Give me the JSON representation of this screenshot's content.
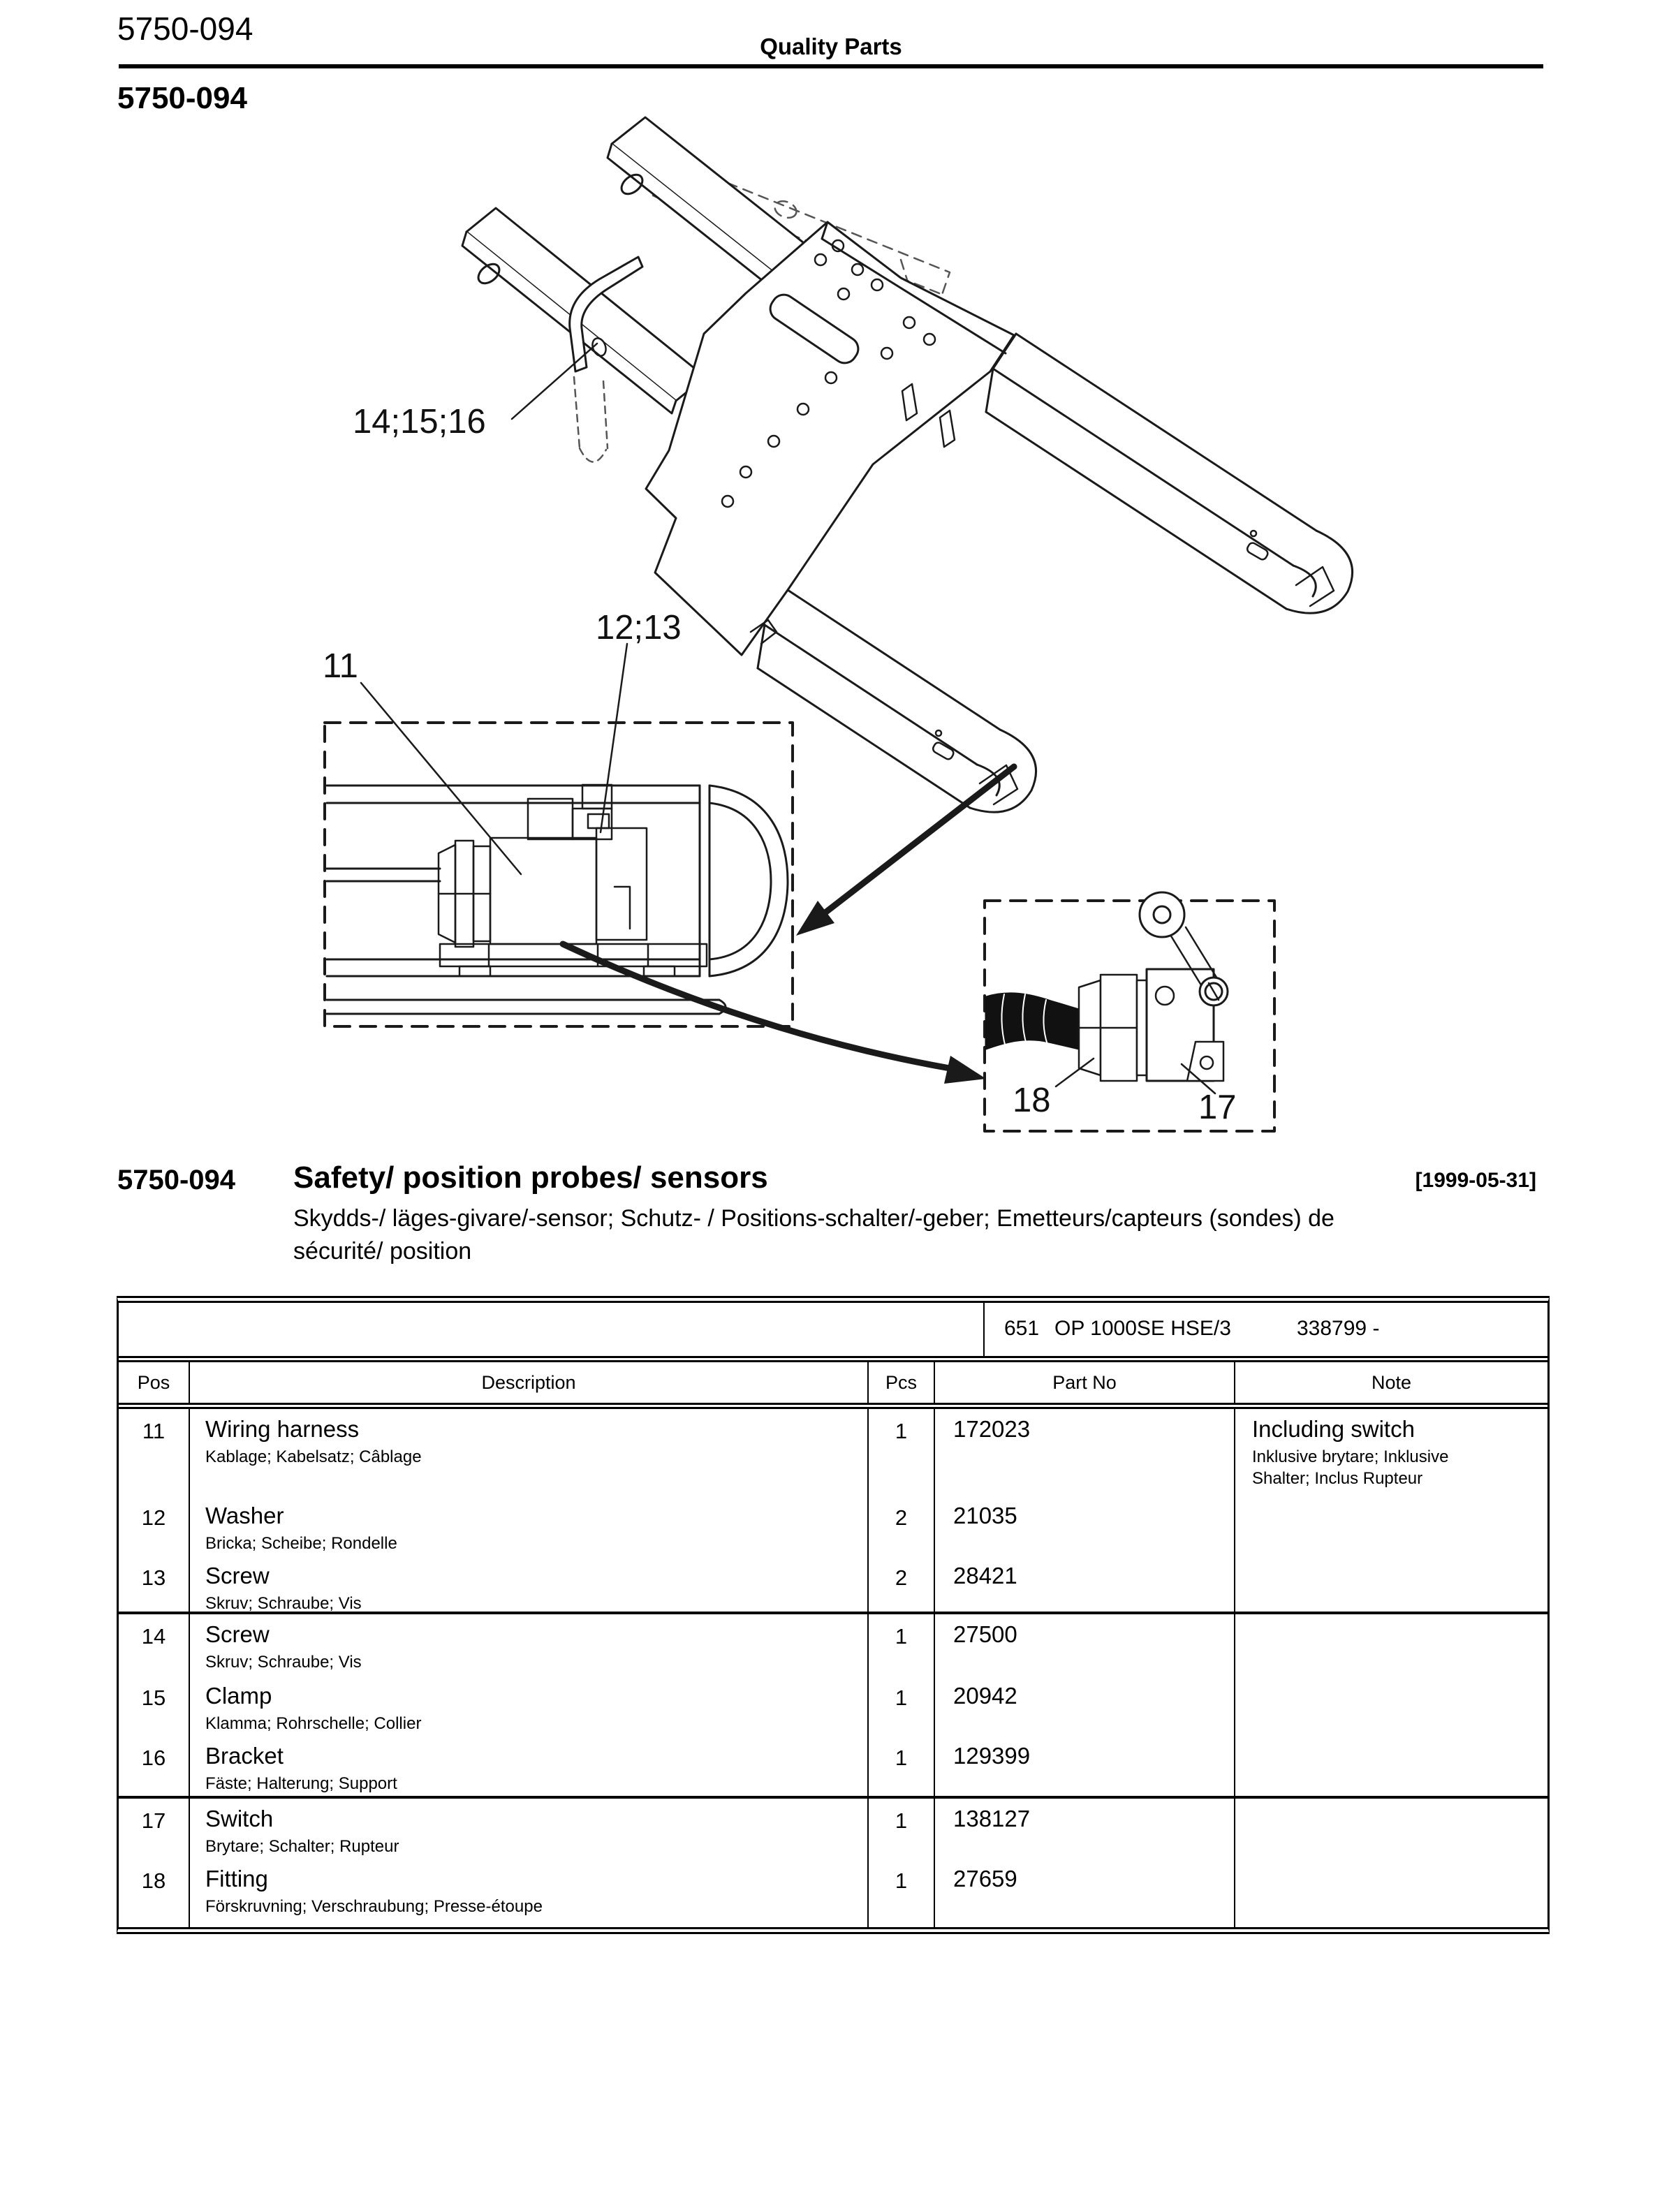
{
  "page": {
    "header": {
      "doc_number": "5750-094",
      "center_title": "Quality Parts",
      "subheader_doc_number": "5750-094"
    },
    "diagram": {
      "callout_14_15_16": "14;15;16",
      "callout_11": "11",
      "callout_12_13": "12;13",
      "callout_18": "18",
      "callout_17": "17"
    },
    "section": {
      "number": "5750-094",
      "title": "Safety/ position probes/ sensors",
      "date": "[1999-05-31]",
      "subtitle_line1": "Skydds-/ läges-givare/-sensor; Schutz- / Positions-schalter/-geber; Emetteurs/capteurs (sondes) de",
      "subtitle_line2": "sécurité/ position"
    },
    "table": {
      "model_header": {
        "column_no": "651",
        "model": "OP 1000SE HSE/3",
        "serial_range": "338799 -"
      },
      "columns": {
        "pos": "Pos",
        "description": "Description",
        "pcs": "Pcs",
        "part_no": "Part No",
        "note": "Note"
      },
      "rows": [
        {
          "pos": "11",
          "description": "Wiring harness",
          "description_sub": "Kablage; Kabelsatz; Câblage",
          "pcs": "1",
          "part_no": "172023",
          "note": "Including switch",
          "note_sub": "Inklusive brytare; Inklusive Shalter; Inclus Rupteur"
        },
        {
          "pos": "12",
          "description": "Washer",
          "description_sub": "Bricka; Scheibe; Rondelle",
          "pcs": "2",
          "part_no": "21035",
          "note": "",
          "note_sub": ""
        },
        {
          "pos": "13",
          "description": "Screw",
          "description_sub": "Skruv; Schraube; Vis",
          "pcs": "2",
          "part_no": "28421",
          "note": "",
          "note_sub": ""
        },
        {
          "pos": "14",
          "description": "Screw",
          "description_sub": "Skruv; Schraube; Vis",
          "pcs": "1",
          "part_no": "27500",
          "note": "",
          "note_sub": ""
        },
        {
          "pos": "15",
          "description": "Clamp",
          "description_sub": "Klamma; Rohrschelle; Collier",
          "pcs": "1",
          "part_no": "20942",
          "note": "",
          "note_sub": ""
        },
        {
          "pos": "16",
          "description": "Bracket",
          "description_sub": "Fäste; Halterung; Support",
          "pcs": "1",
          "part_no": "129399",
          "note": "",
          "note_sub": ""
        },
        {
          "pos": "17",
          "description": "Switch",
          "description_sub": "Brytare; Schalter; Rupteur",
          "pcs": "1",
          "part_no": "138127",
          "note": "",
          "note_sub": ""
        },
        {
          "pos": "18",
          "description": "Fitting",
          "description_sub": "Förskruvning; Verschraubung; Presse-étoupe",
          "pcs": "1",
          "part_no": "27659",
          "note": "",
          "note_sub": ""
        }
      ]
    }
  },
  "colors": {
    "background": "#ffffff",
    "line": "#1a1a1a",
    "text": "#000000"
  }
}
